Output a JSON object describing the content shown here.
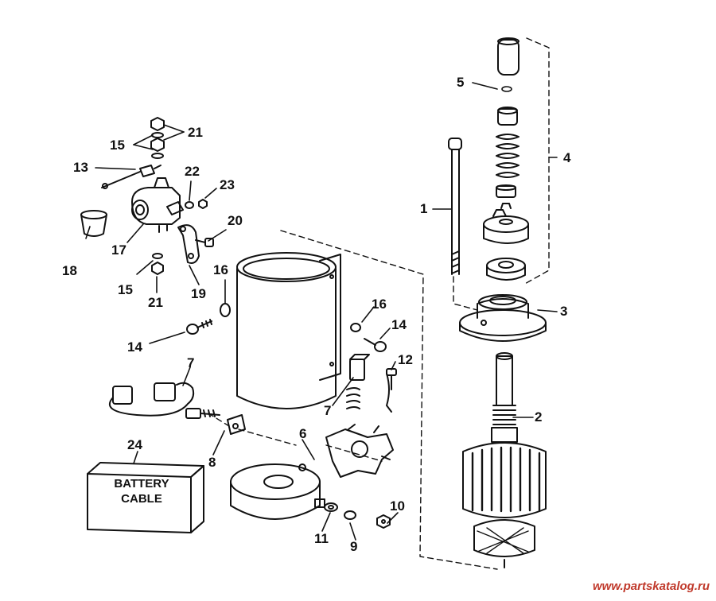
{
  "diagram": {
    "callouts": {
      "c1": "1",
      "c2": "2",
      "c3": "3",
      "c4": "4",
      "c5": "5",
      "c6": "6",
      "c7a": "7",
      "c7b": "7",
      "c8": "8",
      "c9": "9",
      "c10": "10",
      "c11": "11",
      "c12": "12",
      "c13": "13",
      "c14a": "14",
      "c14b": "14",
      "c15a": "15",
      "c15b": "15",
      "c16a": "16",
      "c16b": "16",
      "c17": "17",
      "c18": "18",
      "c19": "19",
      "c20": "20",
      "c21a": "21",
      "c21b": "21",
      "c22": "22",
      "c23": "23",
      "c24": "24"
    },
    "battery_cable_line1": "BATTERY",
    "battery_cable_line2": "CABLE"
  },
  "watermark": {
    "text": "www.partskatalog.ru",
    "color": "#c0392b"
  }
}
